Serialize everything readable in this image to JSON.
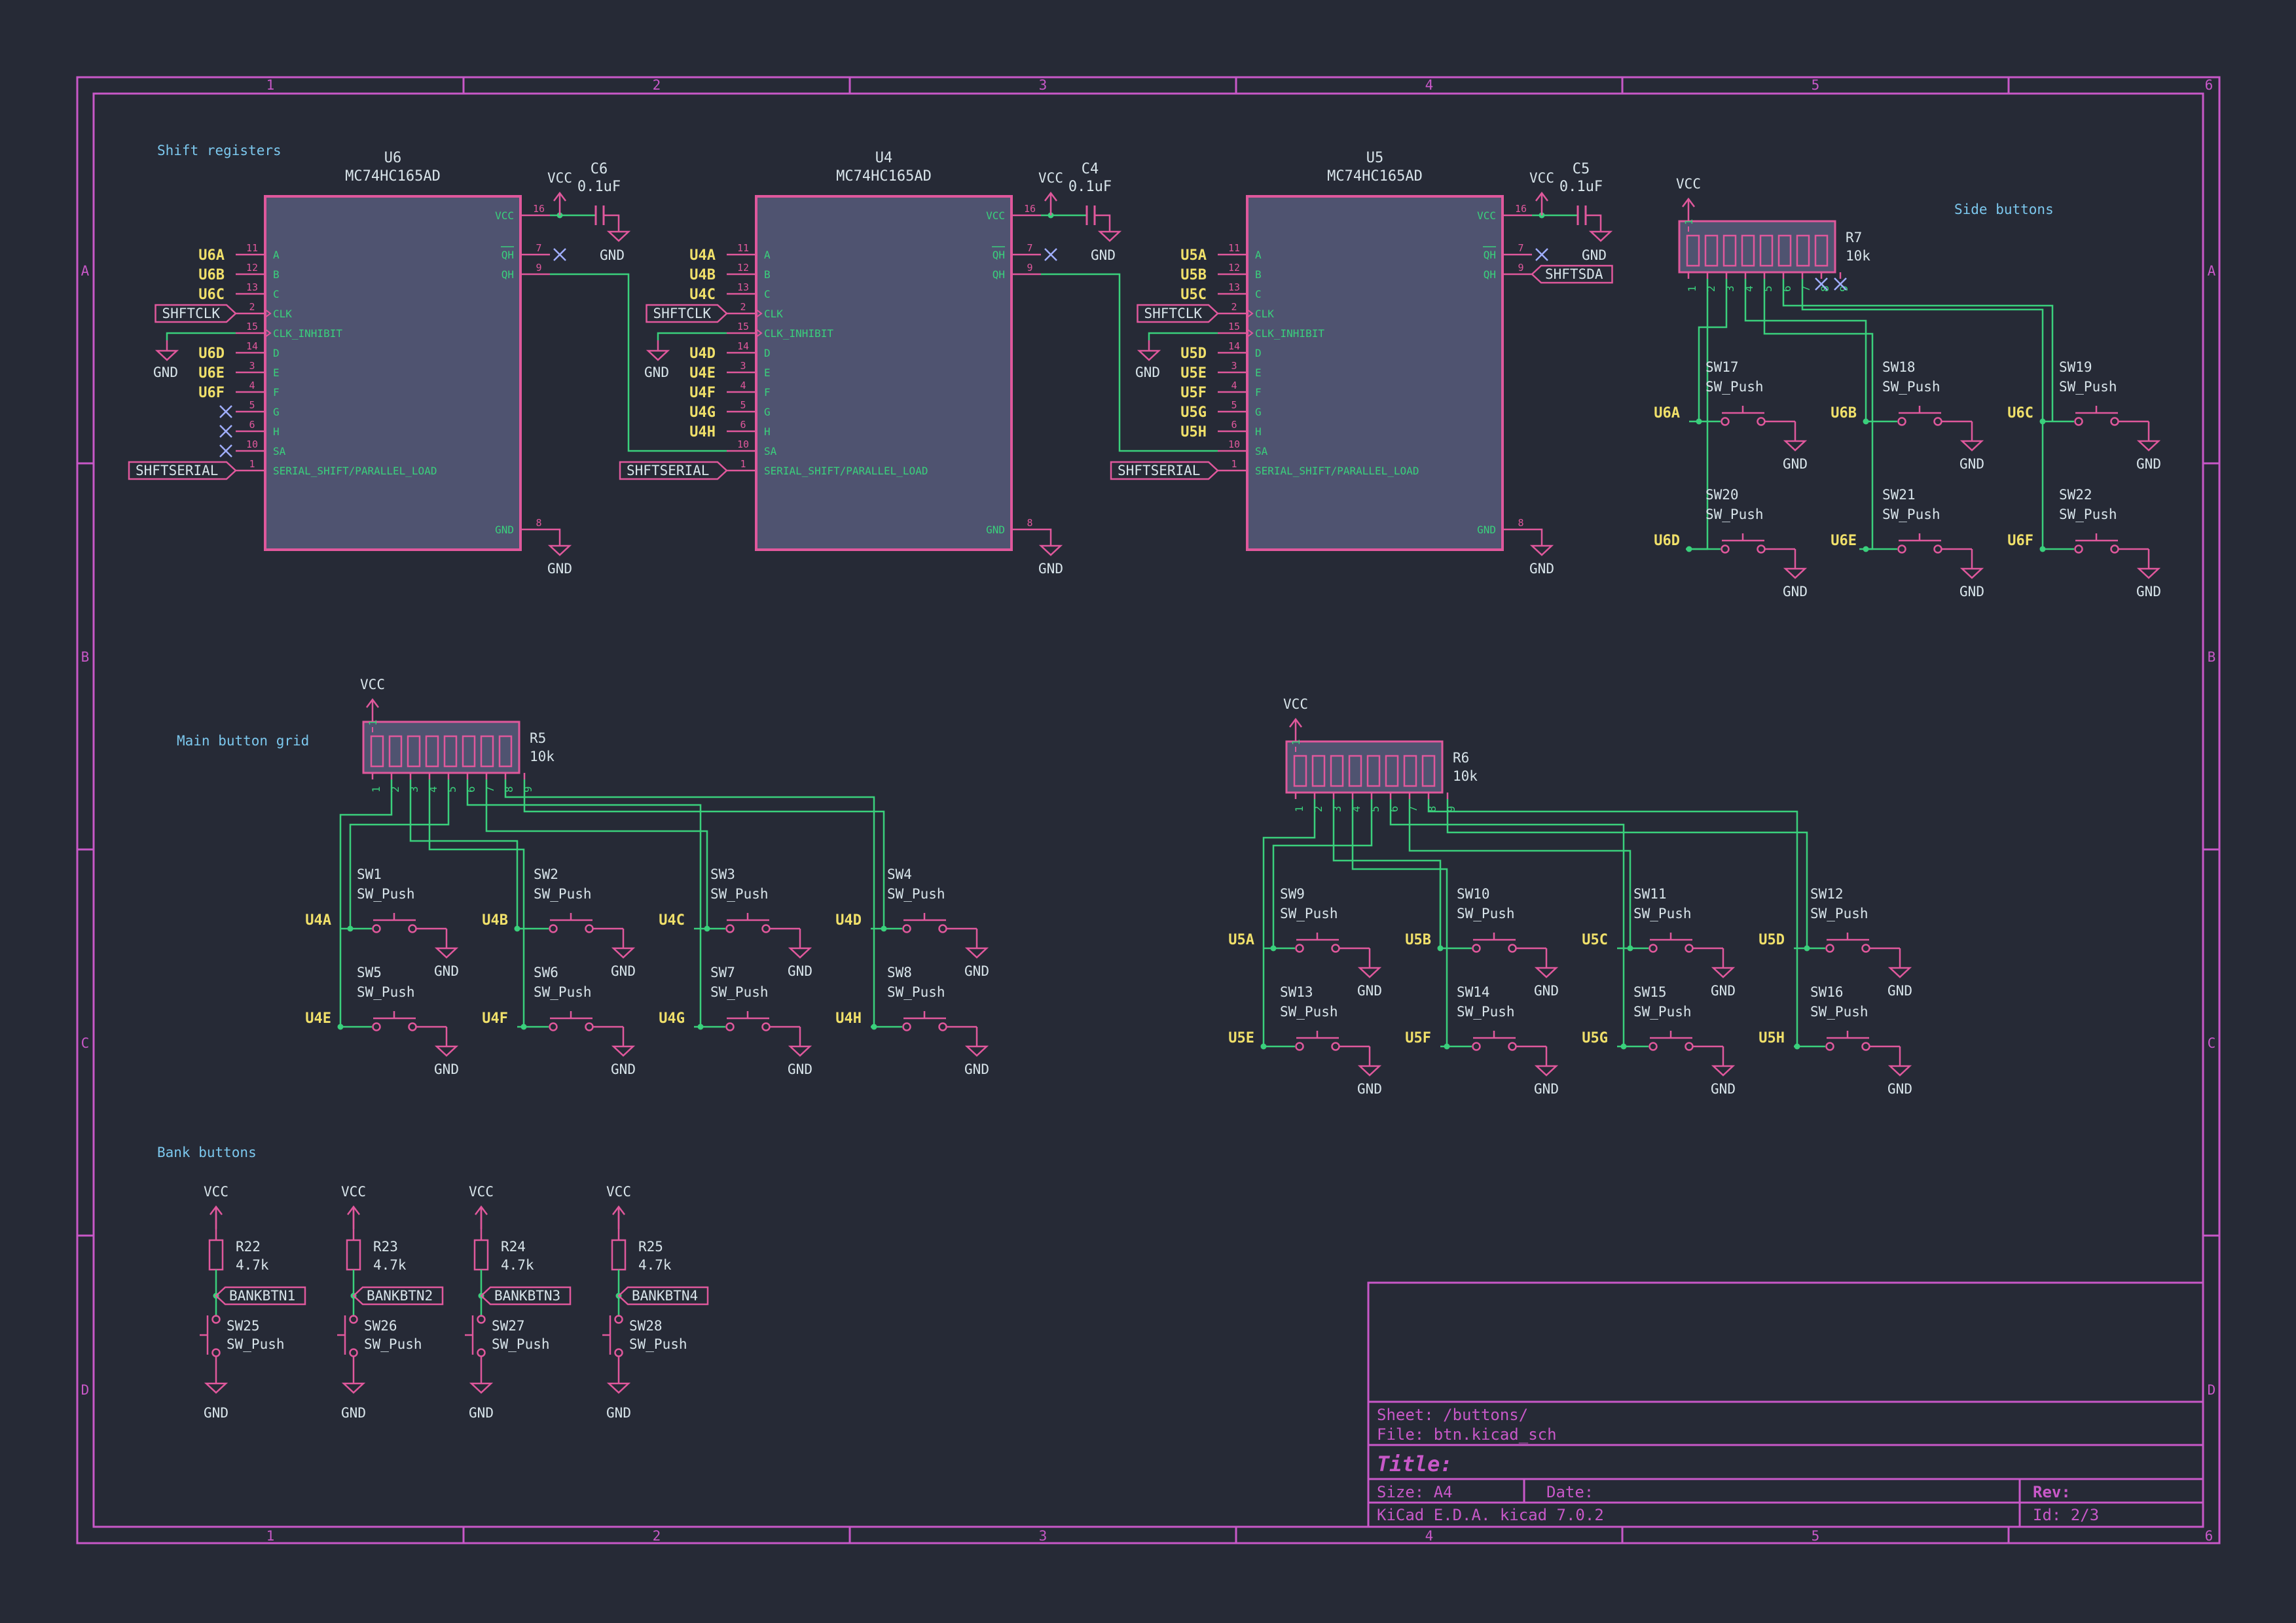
{
  "colors": {
    "background": "#262a36",
    "border": "#c858c8",
    "component": "#e0589c",
    "component_fill": "#4f5370",
    "wire": "#3ad07c",
    "pin_text": "#3ad07c",
    "label_text": "#f0e06a",
    "ref_text": "#d8e4ea",
    "section_text": "#7cc8ee",
    "nc_marker": "#a0aeff",
    "power": "#e0589c"
  },
  "frame": {
    "columns": [
      "1",
      "2",
      "3",
      "4",
      "5",
      "6"
    ],
    "rows": [
      "A",
      "B",
      "C",
      "D"
    ]
  },
  "sections": {
    "shift_registers": "Shift registers",
    "side_buttons": "Side buttons",
    "main_grid": "Main button grid",
    "bank_buttons": "Bank buttons"
  },
  "ics": [
    {
      "ref": "U6",
      "value": "MC74HC165AD",
      "cap_ref": "C6",
      "cap_value": "0.1uF",
      "input_labels": [
        "U6A",
        "U6B",
        "U6C",
        "",
        "U6D",
        "U6E",
        "U6F"
      ],
      "serial_in_label": "",
      "qh_label": ""
    },
    {
      "ref": "U4",
      "value": "MC74HC165AD",
      "cap_ref": "C4",
      "cap_value": "0.1uF",
      "input_labels": [
        "U4A",
        "U4B",
        "U4C",
        "",
        "U4D",
        "U4E",
        "U4F",
        "U4G",
        "U4H"
      ],
      "serial_in_label": "",
      "qh_label": ""
    },
    {
      "ref": "U5",
      "value": "MC74HC165AD",
      "cap_ref": "C5",
      "cap_value": "0.1uF",
      "input_labels": [
        "U5A",
        "U5B",
        "U5C",
        "",
        "U5D",
        "U5E",
        "U5F",
        "U5G",
        "U5H"
      ],
      "serial_in_label": "",
      "qh_label": "SHFTSDA"
    }
  ],
  "ic_pins": {
    "left": [
      {
        "num": "11",
        "name": "A"
      },
      {
        "num": "12",
        "name": "B"
      },
      {
        "num": "13",
        "name": "C"
      },
      {
        "num": "2",
        "name": "CLK"
      },
      {
        "num": "15",
        "name": "CLK_INHIBIT"
      },
      {
        "num": "14",
        "name": "D"
      },
      {
        "num": "3",
        "name": "E"
      },
      {
        "num": "4",
        "name": "F"
      },
      {
        "num": "5",
        "name": "G"
      },
      {
        "num": "6",
        "name": "H"
      },
      {
        "num": "10",
        "name": "SA"
      },
      {
        "num": "1",
        "name": "SERIAL_SHIFT/PARALLEL_LOAD"
      }
    ],
    "right_vcc": {
      "num": "16",
      "name": "VCC"
    },
    "right_qhbar": {
      "num": "7",
      "name": "QH"
    },
    "right_qh": {
      "num": "9",
      "name": "QH"
    },
    "right_gnd": {
      "num": "8",
      "name": "GND"
    }
  },
  "global_labels": {
    "clk": "SHFTCLK",
    "serial": "SHFTSERIAL",
    "sda": "SHFTSDA"
  },
  "power": {
    "vcc": "VCC",
    "gnd": "GND"
  },
  "resistor_networks": [
    {
      "ref": "R7",
      "value": "10k"
    },
    {
      "ref": "R5",
      "value": "10k"
    },
    {
      "ref": "R6",
      "value": "10k"
    }
  ],
  "rn_pins": [
    "1",
    "2",
    "3",
    "4",
    "5",
    "6",
    "7",
    "8",
    "9"
  ],
  "side_switches": [
    {
      "ref": "SW17",
      "value": "SW_Push",
      "net": "U6A"
    },
    {
      "ref": "SW18",
      "value": "SW_Push",
      "net": "U6B"
    },
    {
      "ref": "SW19",
      "value": "SW_Push",
      "net": "U6C"
    },
    {
      "ref": "SW20",
      "value": "SW_Push",
      "net": "U6D"
    },
    {
      "ref": "SW21",
      "value": "SW_Push",
      "net": "U6E"
    },
    {
      "ref": "SW22",
      "value": "SW_Push",
      "net": "U6F"
    }
  ],
  "main_switches": [
    {
      "ref": "SW1",
      "value": "SW_Push",
      "net": "U4A"
    },
    {
      "ref": "SW2",
      "value": "SW_Push",
      "net": "U4B"
    },
    {
      "ref": "SW3",
      "value": "SW_Push",
      "net": "U4C"
    },
    {
      "ref": "SW4",
      "value": "SW_Push",
      "net": "U4D"
    },
    {
      "ref": "SW5",
      "value": "SW_Push",
      "net": "U4E"
    },
    {
      "ref": "SW6",
      "value": "SW_Push",
      "net": "U4F"
    },
    {
      "ref": "SW7",
      "value": "SW_Push",
      "net": "U4G"
    },
    {
      "ref": "SW8",
      "value": "SW_Push",
      "net": "U4H"
    }
  ],
  "r6_switches": [
    {
      "ref": "SW9",
      "value": "SW_Push",
      "net": "U5A"
    },
    {
      "ref": "SW10",
      "value": "SW_Push",
      "net": "U5B"
    },
    {
      "ref": "SW11",
      "value": "SW_Push",
      "net": "U5C"
    },
    {
      "ref": "SW12",
      "value": "SW_Push",
      "net": "U5D"
    },
    {
      "ref": "SW13",
      "value": "SW_Push",
      "net": "U5E"
    },
    {
      "ref": "SW14",
      "value": "SW_Push",
      "net": "U5F"
    },
    {
      "ref": "SW15",
      "value": "SW_Push",
      "net": "U5G"
    },
    {
      "ref": "SW16",
      "value": "SW_Push",
      "net": "U5H"
    }
  ],
  "bank": [
    {
      "r_ref": "R22",
      "r_value": "4.7k",
      "label": "BANKBTN1",
      "sw_ref": "SW25",
      "sw_value": "SW_Push"
    },
    {
      "r_ref": "R23",
      "r_value": "4.7k",
      "label": "BANKBTN2",
      "sw_ref": "SW26",
      "sw_value": "SW_Push"
    },
    {
      "r_ref": "R24",
      "r_value": "4.7k",
      "label": "BANKBTN3",
      "sw_ref": "SW27",
      "sw_value": "SW_Push"
    },
    {
      "r_ref": "R25",
      "r_value": "4.7k",
      "label": "BANKBTN4",
      "sw_ref": "SW28",
      "sw_value": "SW_Push"
    }
  ],
  "title_block": {
    "sheet": "Sheet: /buttons/",
    "file": "File: btn.kicad_sch",
    "title": "Title:",
    "size": "Size: A4",
    "date": "Date:",
    "rev": "Rev:",
    "tool": "KiCad E.D.A.  kicad 7.0.2",
    "id": "Id: 2/3"
  }
}
